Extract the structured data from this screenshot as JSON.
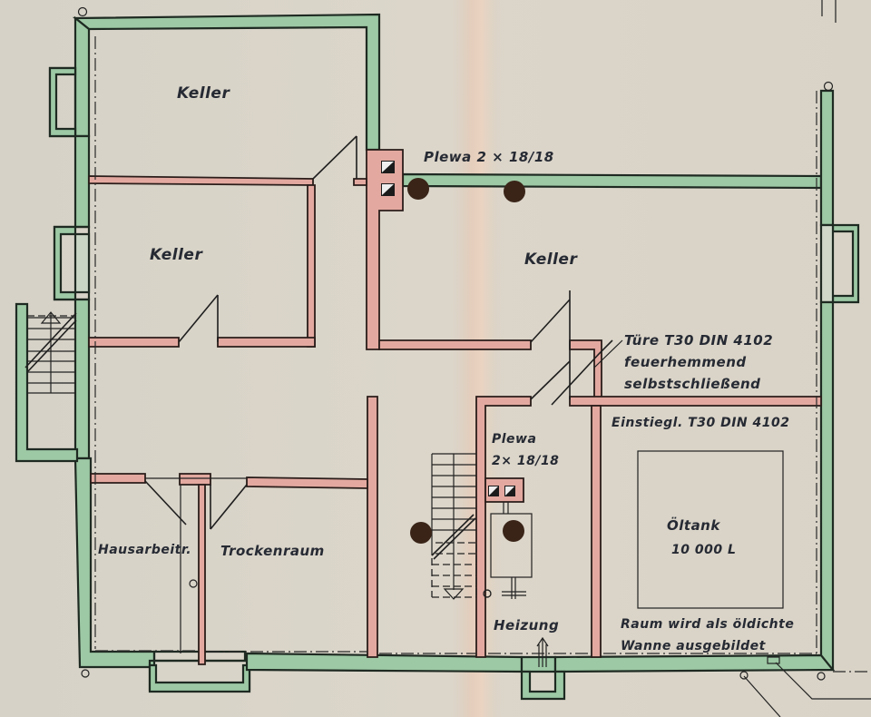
{
  "title": "Kellergeschoss Grundriss",
  "colors": {
    "paper": "#d9d4c8",
    "exterior_wall": "#9dc9a4",
    "interior_wall": "#e3a9a0",
    "ink": "#262a33"
  },
  "rooms": [
    {
      "id": "keller-1",
      "label": "Keller"
    },
    {
      "id": "keller-2",
      "label": "Keller"
    },
    {
      "id": "keller-3",
      "label": "Keller"
    },
    {
      "id": "hausarbeit",
      "label": "Hausarbeitr."
    },
    {
      "id": "trockenraum",
      "label": "Trockenraum"
    },
    {
      "id": "heizung",
      "label": "Heizung"
    },
    {
      "id": "oeltank",
      "label": "Öltank"
    }
  ],
  "annotations": {
    "chimney_top": "Plewa 2 × 18/18",
    "chimney_heating_line1": "Plewa",
    "chimney_heating_line2": "2× 18/18",
    "door_note_line1": "Türe T30 DIN 4102",
    "door_note_line2": "feuerhemmend",
    "door_note_line3": "selbstschließend",
    "hatch_note": "Einstiegl. T30 DIN 4102",
    "tank_capacity": "10 000 L",
    "room_note_line1": "Raum wird als öldichte",
    "room_note_line2": "Wanne ausgebildet"
  },
  "icons": [
    "stair-up-arrow-icon",
    "stair-down-arrow-icon",
    "chimney-flue-icon",
    "punch-hole-icon"
  ]
}
